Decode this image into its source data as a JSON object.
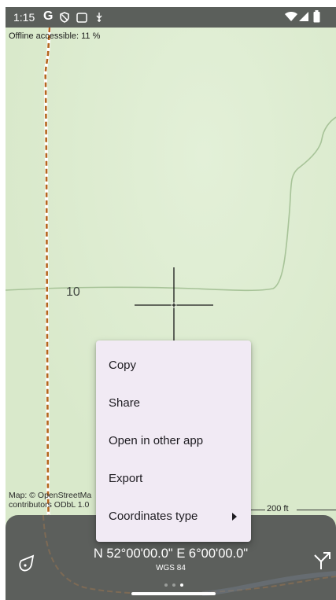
{
  "status_bar": {
    "time": "1:15",
    "icons": [
      "google-g-icon",
      "shield-icon",
      "screen-record-icon",
      "usb-icon",
      "wifi-icon",
      "signal-icon",
      "battery-icon"
    ]
  },
  "map": {
    "offline_status": "Offline accessible: 11 %",
    "contour_label": "10",
    "attribution_line1": "Map: © OpenStreetMa",
    "attribution_line2": "contributors ODbL 1.0",
    "scale_label": "200 ft",
    "colors": {
      "land": "#dcebcf",
      "contour": "#a7c398",
      "track": "#b5651d",
      "crosshair": "#1a1a1a"
    }
  },
  "context_menu": {
    "items": [
      {
        "label": "Copy"
      },
      {
        "label": "Share"
      },
      {
        "label": "Open in other app"
      },
      {
        "label": "Export"
      },
      {
        "label": "Coordinates type"
      }
    ]
  },
  "bottom_panel": {
    "coordinates": "N 52°00'00.0\"  E 6°00'00.0\"",
    "datum": "WGS 84",
    "page_indicator": {
      "count": 3,
      "active_index": 2
    }
  }
}
